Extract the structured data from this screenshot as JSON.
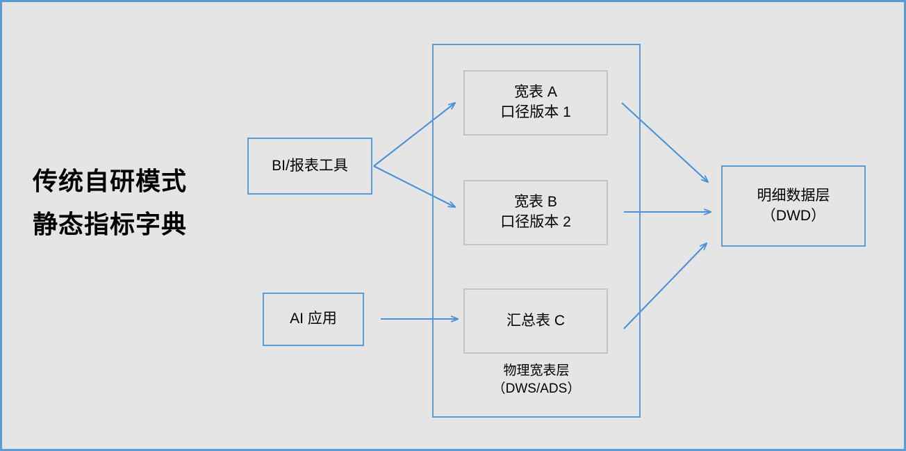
{
  "page": {
    "background_color": "#e5e5e5",
    "border_color": "#5b9bd5",
    "accent_blue": "#5b9bd5",
    "box_gray": "#c4c4c4",
    "text_color": "#000000"
  },
  "title": {
    "line1": "传统自研模式",
    "line2": "静态指标字典"
  },
  "nodes": {
    "bi_tool": {
      "label": "BI/报表工具"
    },
    "ai_app": {
      "label": "AI 应用"
    },
    "wide_table_a": {
      "label": "宽表 A\n口径版本 1"
    },
    "wide_table_b": {
      "label": "宽表 B\n口径版本 2"
    },
    "summary_table_c": {
      "label": "汇总表 C"
    },
    "dwd_layer": {
      "label": "明细数据层\n（DWD）"
    }
  },
  "groups": {
    "dws_ads": {
      "label": "物理宽表层\n（DWS/ADS）"
    }
  },
  "edges": [
    {
      "name": "bi-to-wide-a",
      "from": "bi_tool",
      "to": "wide_table_a"
    },
    {
      "name": "bi-to-wide-b",
      "from": "bi_tool",
      "to": "wide_table_b"
    },
    {
      "name": "ai-to-summary-c",
      "from": "ai_app",
      "to": "summary_table_c"
    },
    {
      "name": "wide-a-to-dwd",
      "from": "wide_table_a",
      "to": "dwd_layer"
    },
    {
      "name": "wide-b-to-dwd",
      "from": "wide_table_b",
      "to": "dwd_layer"
    },
    {
      "name": "summary-c-to-dwd",
      "from": "summary_table_c",
      "to": "dwd_layer"
    }
  ]
}
